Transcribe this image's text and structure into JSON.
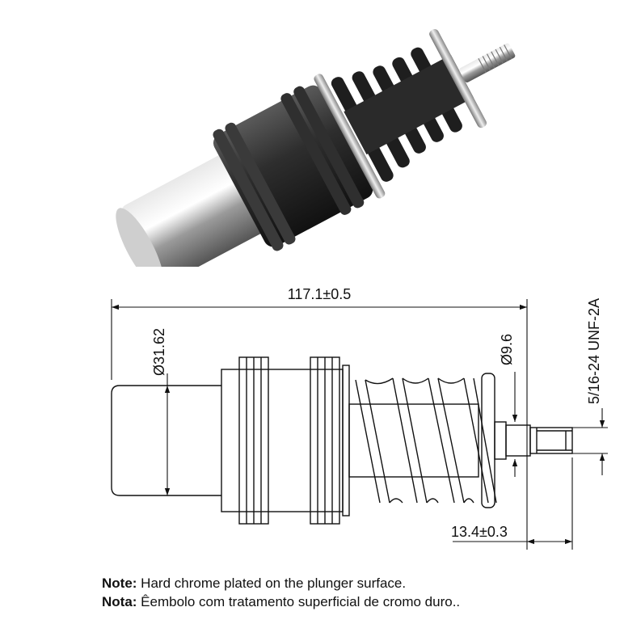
{
  "dimensions": {
    "overall_length": "117.1±0.5",
    "body_diameter": "Ø31.62",
    "stem_diameter": "Ø9.6",
    "thread": "5/16-24 UNF-2A",
    "stud_length": "13.4±0.3"
  },
  "notes": [
    {
      "label": "Note:",
      "text": " Hard chrome plated on the plunger surface."
    },
    {
      "label": "Nota:",
      "text": " Êembolo com tratamento superficial de cromo duro.."
    }
  ]
}
